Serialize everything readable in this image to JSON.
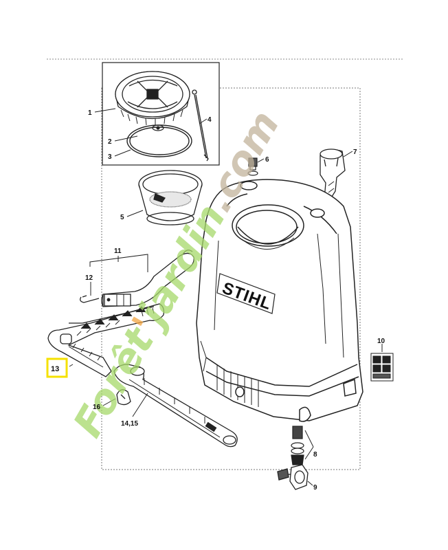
{
  "brand_text": "STIHL",
  "watermark": {
    "text_green": "Forêt",
    "text_orange": "'",
    "text_green2": "jardin",
    "text_brown": ".com",
    "color_green": "#a6d96a",
    "color_orange": "#f2a541",
    "color_brown": "#c2b49c"
  },
  "highlight_color": "#f5e100",
  "callouts": [
    {
      "id": "1",
      "text": "1"
    },
    {
      "id": "2",
      "text": "2"
    },
    {
      "id": "3",
      "text": "3"
    },
    {
      "id": "4",
      "text": "4"
    },
    {
      "id": "5",
      "text": "5"
    },
    {
      "id": "6",
      "text": "6"
    },
    {
      "id": "7",
      "text": "7"
    },
    {
      "id": "8",
      "text": "8"
    },
    {
      "id": "9",
      "text": "9"
    },
    {
      "id": "10",
      "text": "10"
    },
    {
      "id": "11",
      "text": "11"
    },
    {
      "id": "12",
      "text": "12"
    },
    {
      "id": "13",
      "text": "13"
    },
    {
      "id": "14_15",
      "text": "14,15"
    },
    {
      "id": "16",
      "text": "16"
    }
  ]
}
